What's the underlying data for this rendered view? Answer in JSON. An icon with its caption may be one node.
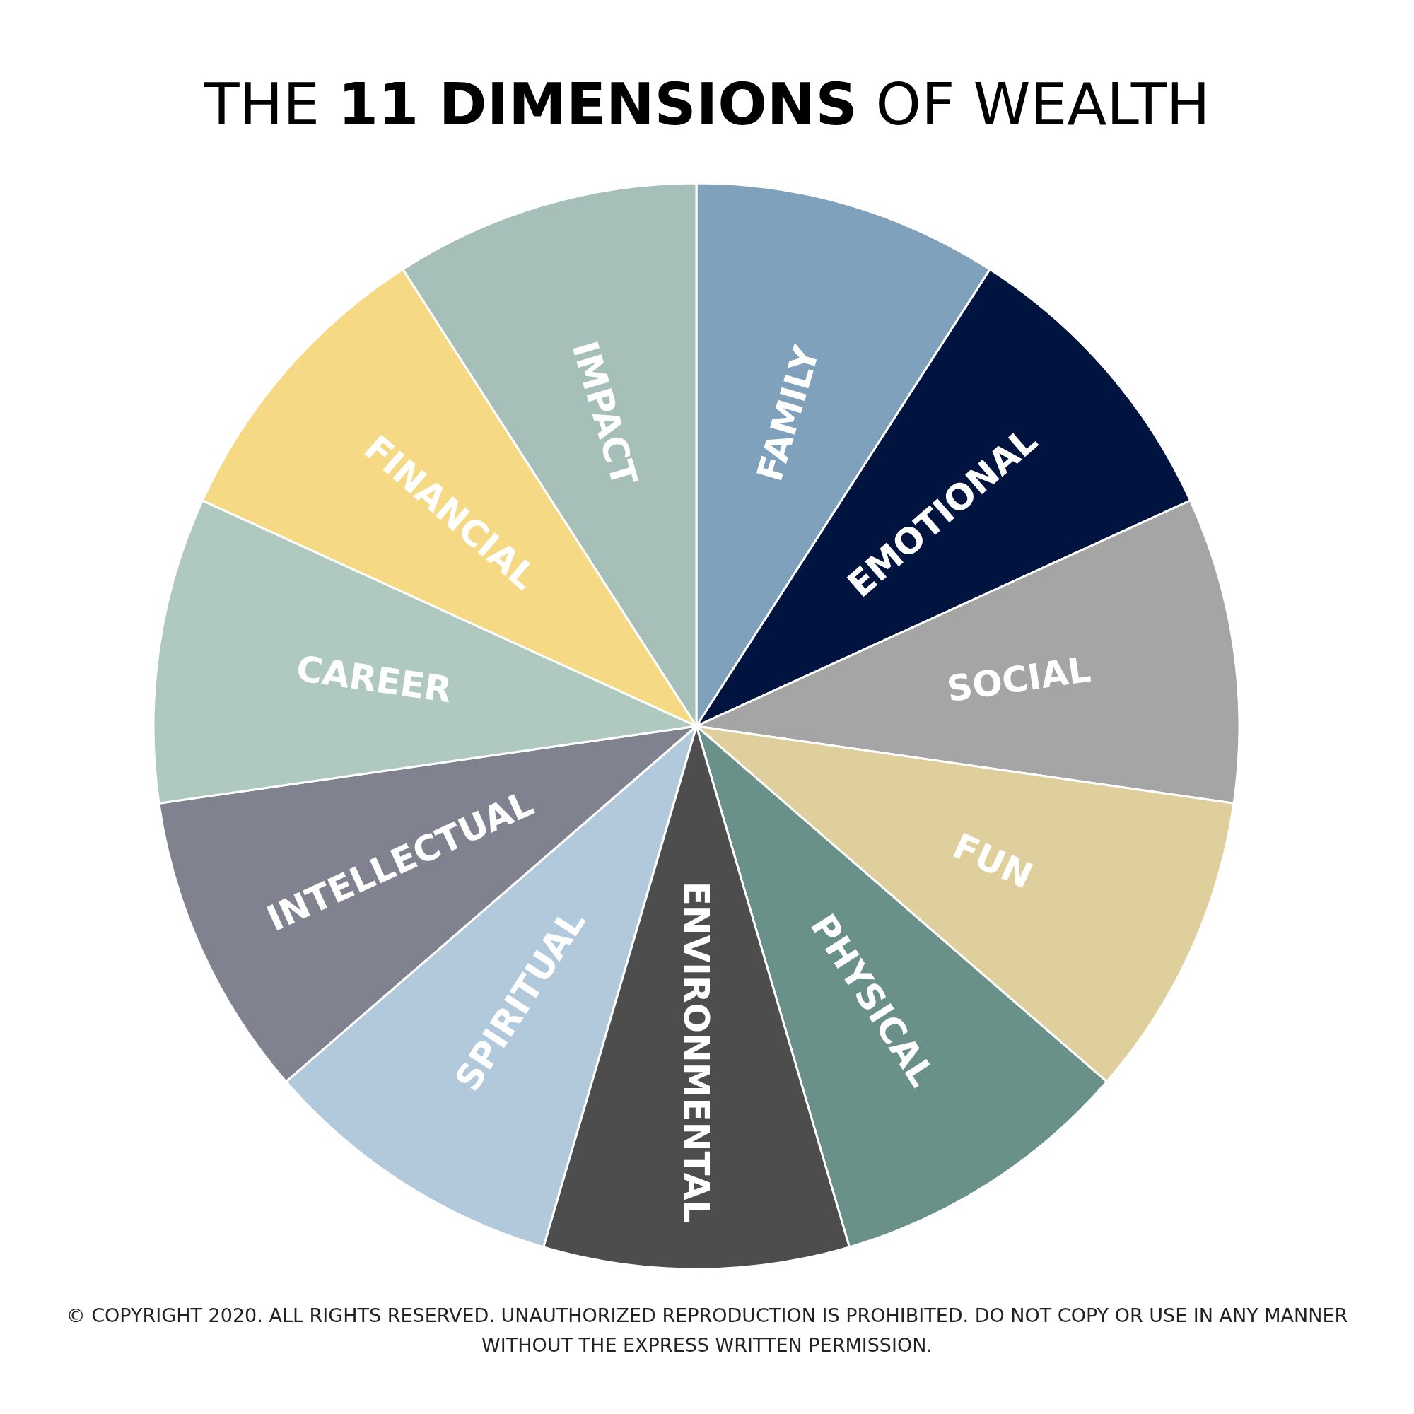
{
  "diagram": {
    "title": "THE **11 DIMENSIONS** OF WEALTH",
    "caption": "© COPYRIGHT 2020. ALL RIGHTS RESERVED. UNAUTHORIZED REPRODUCTION IS PROHIBITED. DO NOT COPY OR USE IN ANY MANNER WITHOUT THE EXPRESS WRITTEN PERMISSION.",
    "nodes": [
      {
        "text": [
          "FAMILY"
        ]
      },
      {
        "text": [
          "EMOTIONAL"
        ]
      },
      {
        "text": [
          "SOCIAL"
        ]
      },
      {
        "text": [
          "FUN"
        ]
      },
      {
        "text": [
          "PHYSICAL"
        ]
      },
      {
        "text": [
          "ENVIRONMENTAL"
        ]
      },
      {
        "text": [
          "SPIRITUAL"
        ]
      },
      {
        "text": [
          "INTELLECTUAL"
        ]
      },
      {
        "text": [
          "CAREER"
        ]
      },
      {
        "text": [
          "FINANCIAL"
        ]
      },
      {
        "text": [
          "IMPACT"
        ]
      }
    ],
    "edges": []
  }
}
